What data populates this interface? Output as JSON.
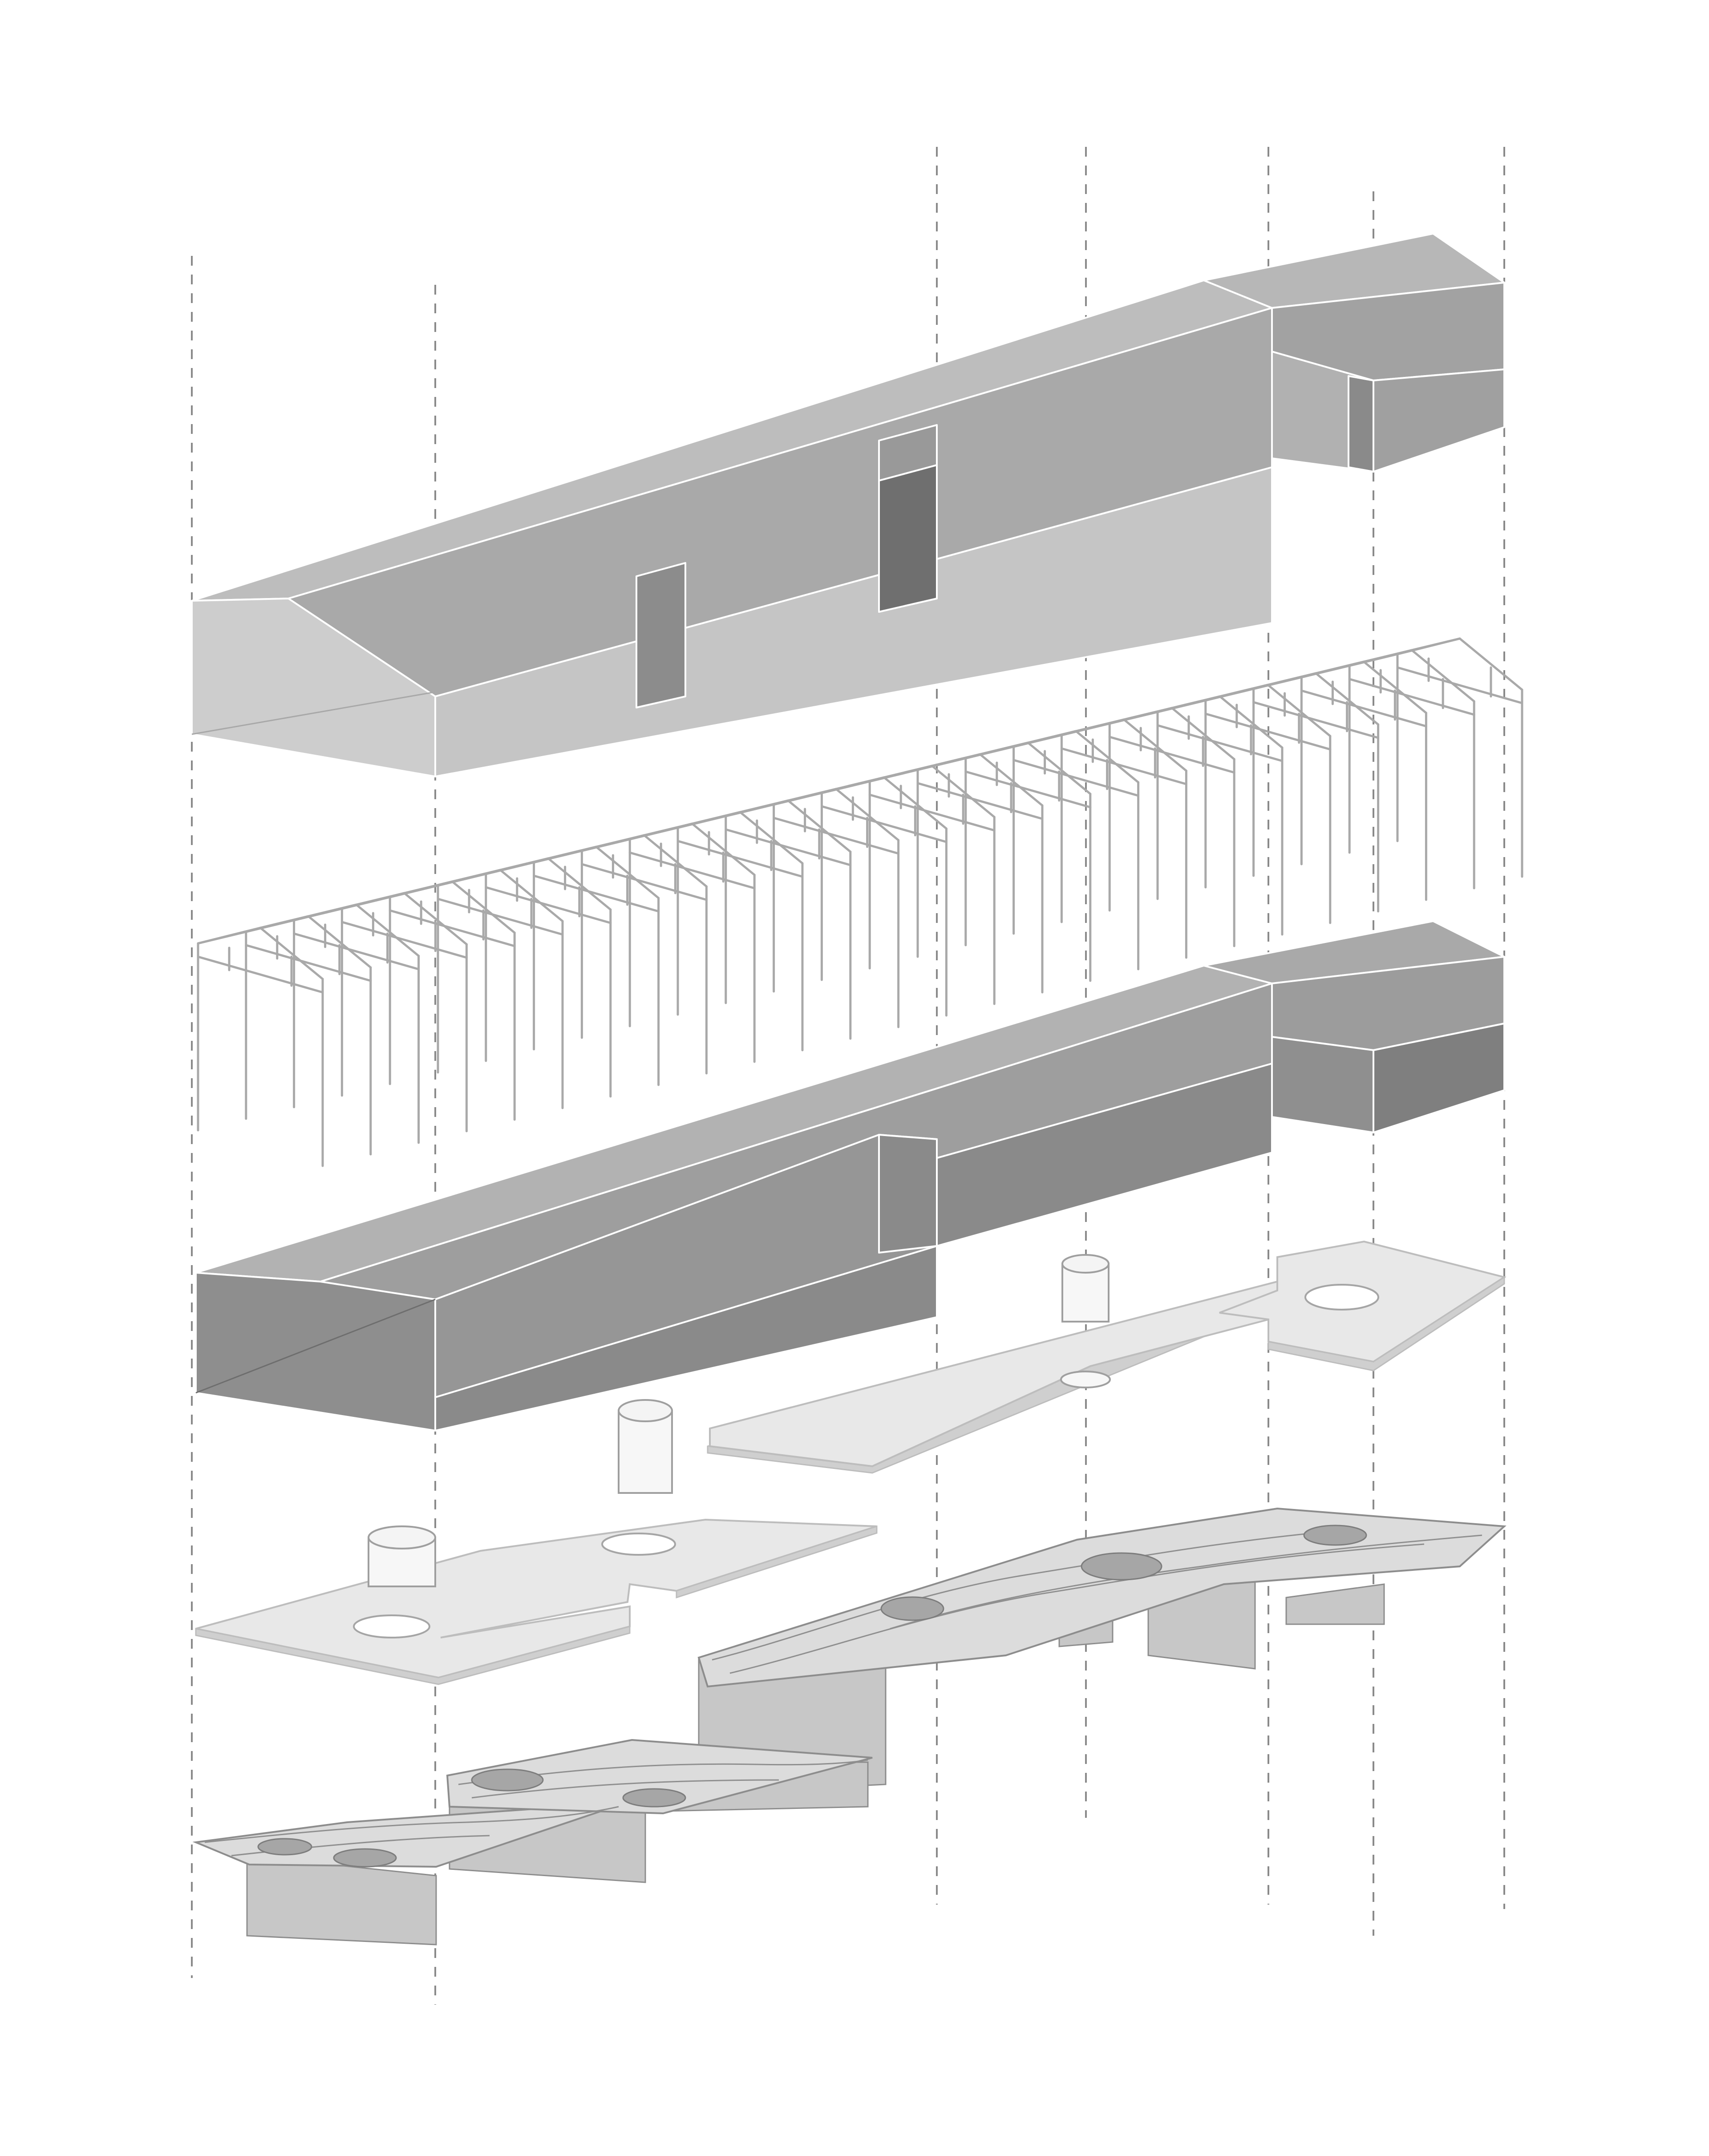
{
  "diagram": {
    "type": "exploded-axonometric",
    "layers": [
      {
        "id": "envelope-upper",
        "description": ""
      },
      {
        "id": "structural-frame",
        "description": ""
      },
      {
        "id": "envelope-lower",
        "description": ""
      },
      {
        "id": "floor-slabs-upper",
        "description": ""
      },
      {
        "id": "floor-slabs-lower",
        "description": ""
      },
      {
        "id": "terrain-upper",
        "description": ""
      },
      {
        "id": "terrain-lower",
        "description": ""
      }
    ],
    "colors": {
      "background": "#ffffff",
      "roof_light": "#b3b3b3",
      "wall_light": "#c6c6c6",
      "roof_dark": "#a4a4a4",
      "wall_dark": "#8a8a8a",
      "slab": "#e8e8e8",
      "guide_line": "#8a8a8a"
    }
  }
}
